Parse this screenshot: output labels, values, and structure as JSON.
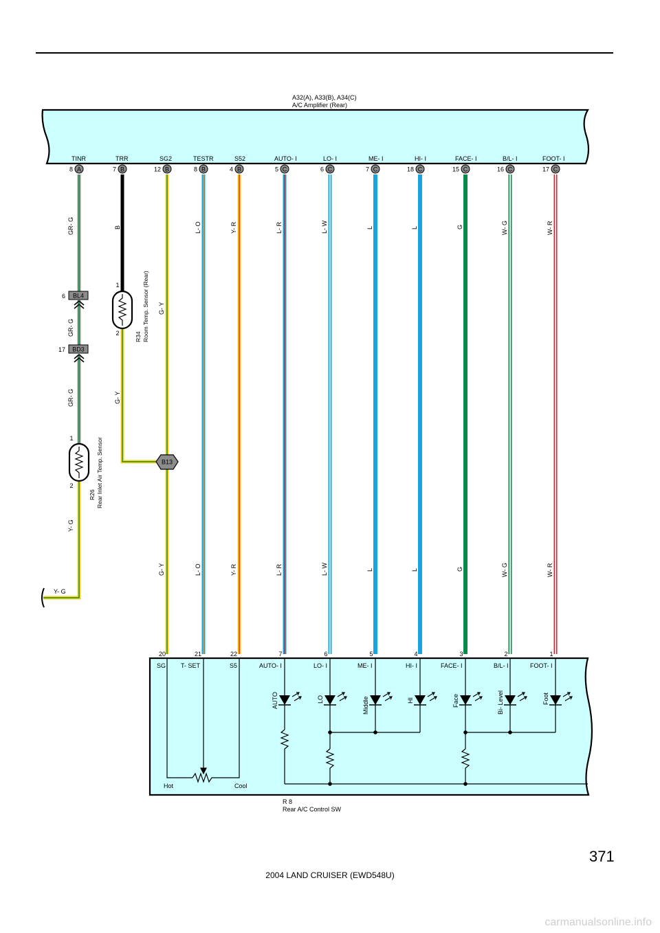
{
  "page_number": "371",
  "footer": "2004 LAND CRUISER (EWD548U)",
  "watermark": "carmanualsonline.info",
  "amplifier": {
    "ref": "A32(A), A33(B), A34(C)",
    "name": "A/C Amplifier (Rear)",
    "terminals": [
      {
        "name": "TINR",
        "pin": "8",
        "conn": "A"
      },
      {
        "name": "TRR",
        "pin": "7",
        "conn": "B"
      },
      {
        "name": "SG2",
        "pin": "12",
        "conn": "B"
      },
      {
        "name": "TESTR",
        "pin": "8",
        "conn": "B"
      },
      {
        "name": "S52",
        "pin": "4",
        "conn": "B"
      },
      {
        "name": "AUTO- I",
        "pin": "5",
        "conn": "C"
      },
      {
        "name": "LO- I",
        "pin": "6",
        "conn": "C"
      },
      {
        "name": "ME- I",
        "pin": "7",
        "conn": "C"
      },
      {
        "name": "HI- I",
        "pin": "18",
        "conn": "C"
      },
      {
        "name": "FACE- I",
        "pin": "15",
        "conn": "C"
      },
      {
        "name": "B/L- I",
        "pin": "16",
        "conn": "C"
      },
      {
        "name": "FOOT- I",
        "pin": "17",
        "conn": "C"
      }
    ]
  },
  "wire_colors_top": [
    "GR- G",
    "B",
    "L- O",
    "Y- R",
    "L- R",
    "L- W",
    "L",
    "L",
    "G",
    "W- G",
    "W- R"
  ],
  "wire_colors_bottom": [
    "G- Y",
    "L- O",
    "Y- R",
    "L- R",
    "L- W",
    "L",
    "L",
    "G",
    "W- G",
    "W- R"
  ],
  "left_chain": {
    "wire1": "GR- G",
    "wire2": "GR- G",
    "wire3": "GR- G",
    "wire4": "Y- G",
    "wire5": "Y- G",
    "conn1_pin": "6",
    "conn1": "BL4",
    "conn2_pin": "17",
    "conn2": "BD3",
    "sensor_pin1": "1",
    "sensor_pin2": "2",
    "sensor_ref": "R26",
    "sensor_name": "Rear Inlet Air Temp. Sensor"
  },
  "room_sensor": {
    "ref": "R34",
    "name": "Room Temp. Sensor (Rear)",
    "pin1": "1",
    "pin2": "2",
    "wire_out": "G- Y",
    "wire_sg": "G- Y",
    "junction": "B13"
  },
  "control_sw": {
    "ref": "R 8",
    "name": "Rear A/C Control SW",
    "pins": [
      "20",
      "21",
      "22",
      "7",
      "6",
      "5",
      "4",
      "3",
      "2",
      "1"
    ],
    "terminals": [
      "SG",
      "T- SET",
      "S5",
      "AUTO- I",
      "LO- I",
      "ME- I",
      "HI- I",
      "FACE- I",
      "B/L- I",
      "FOOT- I"
    ],
    "leds": [
      "AUTO",
      "LO",
      "Middle",
      "HI",
      "Face",
      "Bi- Level",
      "Foot"
    ],
    "pot_hot": "Hot",
    "pot_cool": "Cool"
  },
  "colors": {
    "box_fill": "#ccffff",
    "gr_g": "#8a9a8a",
    "black": "#000000",
    "yellow": "#ffd21a",
    "green": "#0a8a48",
    "blue": "#15a5e0",
    "orange": "#f39c12",
    "red": "#e0202a",
    "white": "#ffffff",
    "gray": "#8c8c8c"
  }
}
